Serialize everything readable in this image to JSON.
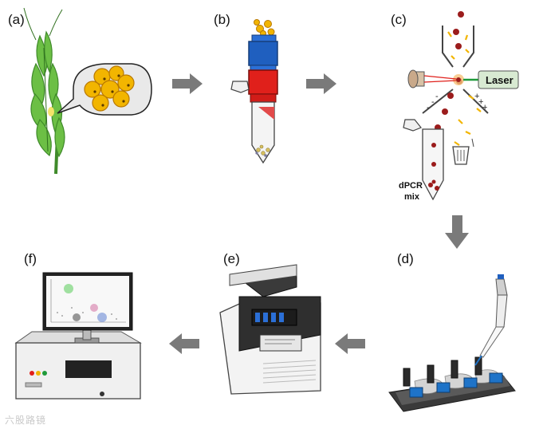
{
  "panels": {
    "a": "(a)",
    "b": "(b)",
    "c": "(c)",
    "d": "(d)",
    "e": "(e)",
    "f": "(f)"
  },
  "texts": {
    "laser": "Laser",
    "dpcr_line1": "dPCR",
    "dpcr_line2": "mix",
    "watermark": "六股路镜"
  },
  "colors": {
    "arrow": "#7a7a7a",
    "pollen": "#f2b500",
    "leaf": "#5aa83a",
    "cap_blue": "#1f5fbf",
    "cap_red": "#e0201b",
    "laser_green": "#1f9a3a",
    "droplet": "#9b1c1c",
    "instrument_dark": "#2f2f2f",
    "chip_blue": "#1e73c8"
  }
}
